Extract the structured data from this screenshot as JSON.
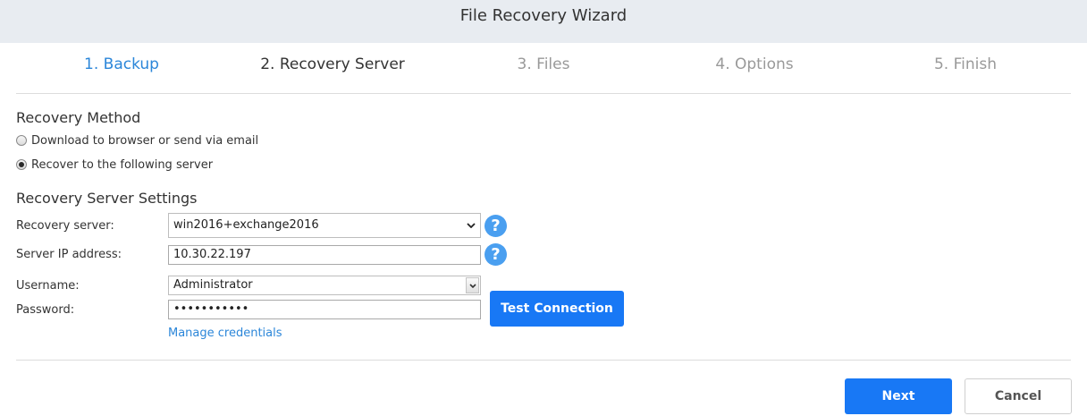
{
  "window": {
    "title": "File Recovery Wizard"
  },
  "steps": [
    {
      "label": "1. Backup",
      "state": "done"
    },
    {
      "label": "2. Recovery Server",
      "state": "active"
    },
    {
      "label": "3. Files",
      "state": "pending"
    },
    {
      "label": "4. Options",
      "state": "pending"
    },
    {
      "label": "5. Finish",
      "state": "pending"
    }
  ],
  "recovery_method": {
    "title": "Recovery Method",
    "options": [
      {
        "label": "Download to browser or send via email",
        "checked": false
      },
      {
        "label": "Recover to the following server",
        "checked": true
      }
    ]
  },
  "server_settings": {
    "title": "Recovery Server Settings",
    "recovery_server_label": "Recovery server:",
    "recovery_server_value": "win2016+exchange2016",
    "ip_label": "Server IP address:",
    "ip_value": "10.30.22.197",
    "username_label": "Username:",
    "username_value": "Administrator",
    "password_label": "Password:",
    "password_value": "•••••••••••",
    "help_symbol": "?",
    "manage_credentials": "Manage credentials",
    "test_connection": "Test Connection"
  },
  "footer": {
    "next": "Next",
    "cancel": "Cancel"
  },
  "colors": {
    "accent": "#1878f5",
    "help": "#4a9ff0",
    "link": "#2b86d9",
    "header_bg": "#e8ecf1"
  }
}
